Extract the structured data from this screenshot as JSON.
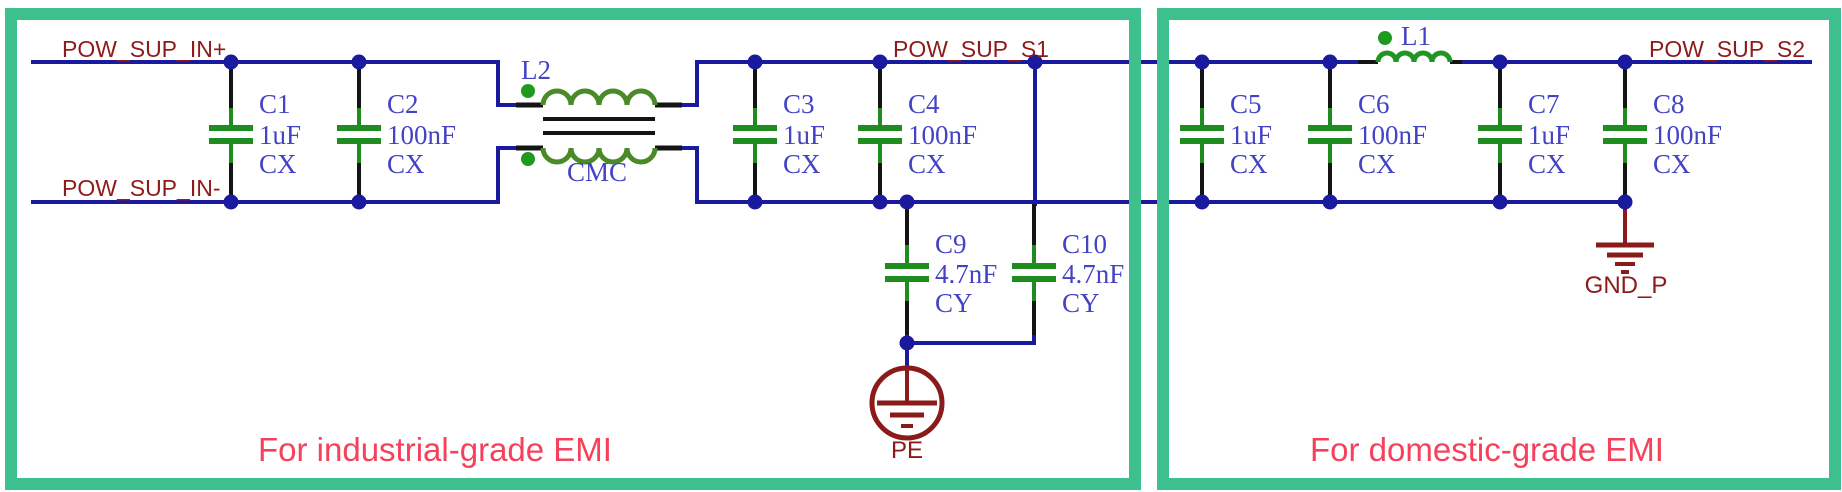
{
  "schematic": {
    "captions": {
      "industrial": "For industrial-grade EMI",
      "domestic": "For domestic-grade EMI"
    },
    "nets": {
      "in_plus": "POW_SUP_IN+",
      "in_minus": "POW_SUP_IN-",
      "s1": "POW_SUP_S1",
      "s2": "POW_SUP_S2"
    },
    "components": {
      "c1": {
        "ref": "C1",
        "value": "1uF",
        "type": "CX"
      },
      "c2": {
        "ref": "C2",
        "value": "100nF",
        "type": "CX"
      },
      "c3": {
        "ref": "C3",
        "value": "1uF",
        "type": "CX"
      },
      "c4": {
        "ref": "C4",
        "value": "100nF",
        "type": "CX"
      },
      "c5": {
        "ref": "C5",
        "value": "1uF",
        "type": "CX"
      },
      "c6": {
        "ref": "C6",
        "value": "100nF",
        "type": "CX"
      },
      "c7": {
        "ref": "C7",
        "value": "1uF",
        "type": "CX"
      },
      "c8": {
        "ref": "C8",
        "value": "100nF",
        "type": "CX"
      },
      "c9": {
        "ref": "C9",
        "value": "4.7nF",
        "type": "CY"
      },
      "c10": {
        "ref": "C10",
        "value": "4.7nF",
        "type": "CY"
      },
      "l2": {
        "ref": "L2",
        "label": "CMC"
      },
      "l1": {
        "ref": "L1"
      }
    },
    "grounds": {
      "pe": "PE",
      "gnd_p": "GND_P"
    },
    "colors": {
      "box_border": "#3dc08d",
      "wire": "#1a1a9e",
      "component_green": "#1f8c1f",
      "choke_green": "#4a8a28",
      "designator_blue": "#4343c6",
      "net_label_red": "#8f1a1a",
      "ground_symbol_red": "#8b1a1a",
      "caption_red": "#f5415c"
    }
  }
}
